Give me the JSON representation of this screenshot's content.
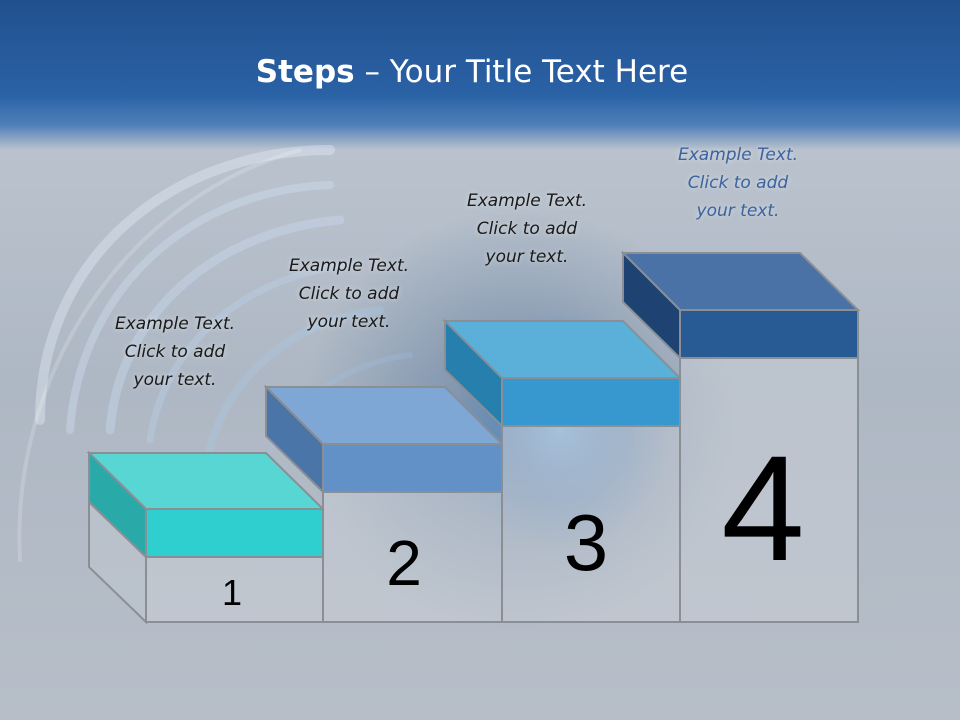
{
  "slide": {
    "title_bold": "Steps",
    "title_rest": " – Your Title Text Here"
  },
  "steps": [
    {
      "number": "1",
      "caption": [
        "Example Text.",
        "Click  to add",
        "your text."
      ],
      "color": "#2fcfcf"
    },
    {
      "number": "2",
      "caption": [
        "Example Text.",
        "Click  to add",
        "your text."
      ],
      "color": "#6191c6"
    },
    {
      "number": "3",
      "caption": [
        "Example Text.",
        "Click  to add",
        "your text."
      ],
      "color": "#3698cf"
    },
    {
      "number": "4",
      "caption": [
        "Example Text.",
        "Click  to add",
        "your text."
      ],
      "color": "#285a93"
    }
  ]
}
